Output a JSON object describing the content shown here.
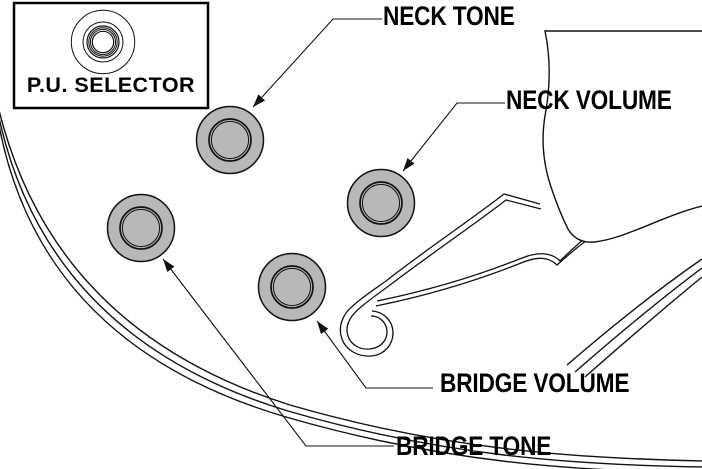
{
  "figure": {
    "type": "guitar-controls-diagram",
    "selector_box": {
      "label": "P.U. SELECTOR"
    },
    "callouts": [
      {
        "id": "neck_tone",
        "label": "NECK TONE"
      },
      {
        "id": "neck_volume",
        "label": "NECK VOLUME"
      },
      {
        "id": "bridge_volume",
        "label": "BRIDGE VOLUME"
      },
      {
        "id": "bridge_tone",
        "label": "BRIDGE TONE"
      }
    ],
    "colors": {
      "line": "#111111",
      "knob_fill": "#b8b8b8",
      "background": "#ffffff"
    }
  }
}
